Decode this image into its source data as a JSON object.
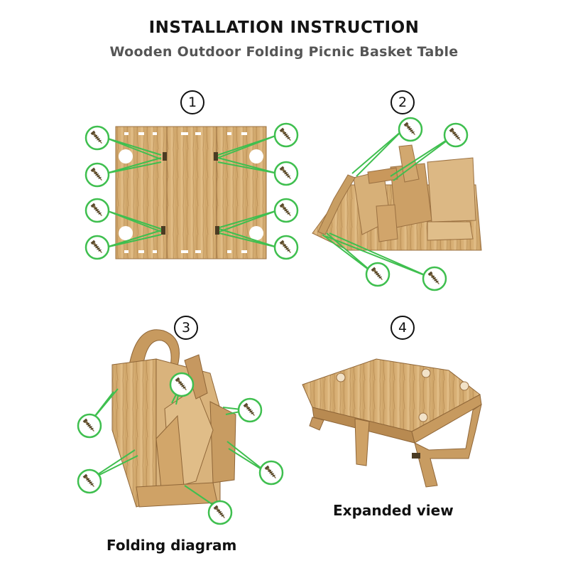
{
  "header": {
    "title": "INSTALLATION INSTRUCTION",
    "subtitle": "Wooden Outdoor Folding Picnic Basket Table"
  },
  "steps": [
    {
      "number": "1"
    },
    {
      "number": "2"
    },
    {
      "number": "3",
      "caption": "Folding diagram"
    },
    {
      "number": "4",
      "caption": "Expanded view"
    }
  ],
  "colors": {
    "wood_light": "#d8b47c",
    "wood_mid": "#c49a5e",
    "wood_dark": "#8a6234",
    "callout_green": "#3fbf4f",
    "screw": "#6b5a3a"
  },
  "icons": [
    "screw-icon",
    "hinge-icon"
  ]
}
